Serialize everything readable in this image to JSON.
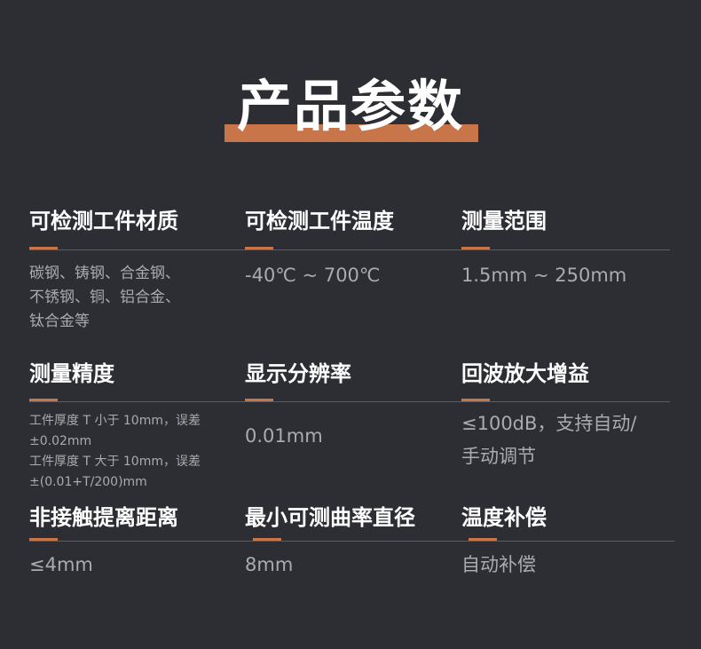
{
  "page": {
    "title": "产品参数",
    "accent_color": "#c8754a",
    "background_color": "#2c2e33"
  },
  "specs": [
    {
      "label": "可检测工件材质",
      "value_lines": [
        "碳钢、铸钢、合金钢、",
        "不锈钢、铜、铝合金、",
        "钛合金等"
      ]
    },
    {
      "label": "可检测工件温度",
      "value_lines": [
        "-40℃ ~ 700℃"
      ]
    },
    {
      "label": "测量范围",
      "value_lines": [
        "1.5mm ~ 250mm"
      ]
    },
    {
      "label": "测量精度",
      "value_lines": [
        "工件厚度 T 小于 10mm，误差",
        "±0.02mm",
        "工件厚度 T 大于 10mm，误差",
        "±(0.01+T/200)mm"
      ]
    },
    {
      "label": "显示分辨率",
      "value_lines": [
        "0.01mm"
      ]
    },
    {
      "label": "回波放大增益",
      "value_lines": [
        "≤100dB，支持自动/",
        "手动调节"
      ]
    },
    {
      "label": "非接触提离距离",
      "value_lines": [
        "≤4mm"
      ]
    },
    {
      "label": "最小可测曲率直径",
      "value_lines": [
        "8mm"
      ]
    },
    {
      "label": "温度补偿",
      "value_lines": [
        "自动补偿"
      ]
    }
  ]
}
